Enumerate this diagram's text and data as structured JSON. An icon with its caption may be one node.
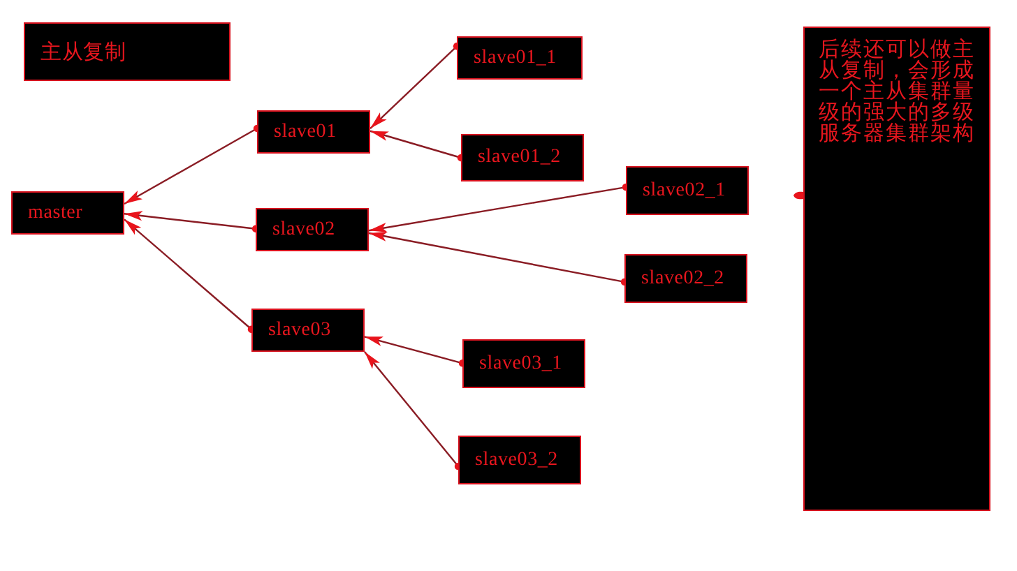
{
  "diagram": {
    "nodes": [
      {
        "text": [
          "主从复制"
        ]
      },
      {
        "text": [
          "master"
        ]
      },
      {
        "text": [
          "slave01"
        ]
      },
      {
        "text": [
          "slave02"
        ]
      },
      {
        "text": [
          "slave03"
        ]
      },
      {
        "text": [
          "slave01_1"
        ]
      },
      {
        "text": [
          "slave01_2"
        ]
      },
      {
        "text": [
          "slave02_1"
        ]
      },
      {
        "text": [
          "slave02_2"
        ]
      },
      {
        "text": [
          "slave03_1"
        ]
      },
      {
        "text": [
          "slave03_2"
        ]
      },
      {
        "text": [
          "后续还可以做主从复制，会形成一个主从集群量级的强大的多级服务器集群架构"
        ]
      }
    ],
    "edges": [
      {
        "from": 2,
        "to": 1,
        "arrow": "to"
      },
      {
        "from": 3,
        "to": 1,
        "arrow": "to"
      },
      {
        "from": 4,
        "to": 1,
        "arrow": "to"
      },
      {
        "from": 5,
        "to": 2,
        "arrow": "to"
      },
      {
        "from": 6,
        "to": 2,
        "arrow": "to"
      },
      {
        "from": 7,
        "to": 3,
        "arrow": "to"
      },
      {
        "from": 8,
        "to": 3,
        "arrow": "to"
      },
      {
        "from": 9,
        "to": 4,
        "arrow": "to"
      },
      {
        "from": 10,
        "to": 4,
        "arrow": "to"
      }
    ]
  }
}
